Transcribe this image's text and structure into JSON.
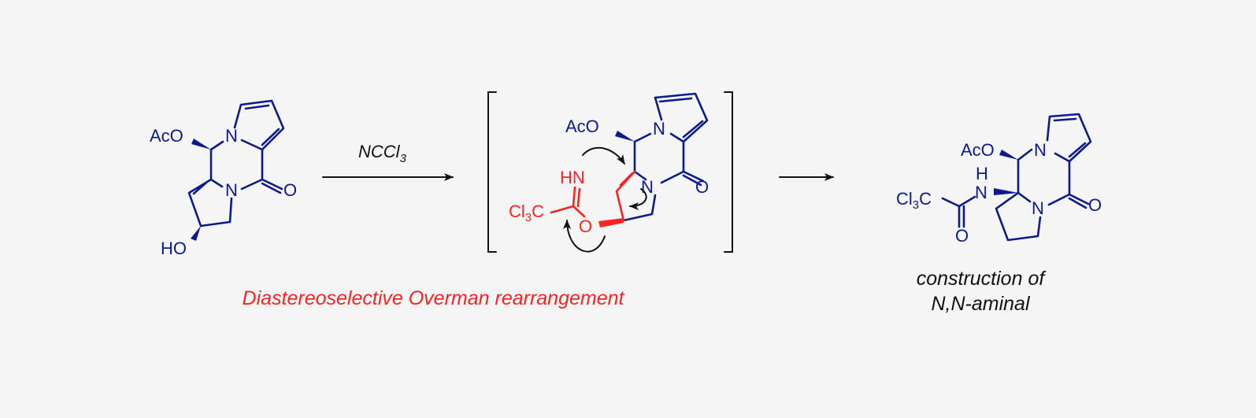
{
  "colors": {
    "molecule": "#0d1a8a",
    "highlight": "#ff2222",
    "arrow": "#111111",
    "background": "#f5f5f5"
  },
  "labels": {
    "aco": "AcO",
    "n": "N",
    "o": "O",
    "ho": "HO",
    "hn": "HN",
    "h": "H",
    "cl": "Cl",
    "three": "3",
    "c": "C"
  },
  "reagent": {
    "text": "NCCl",
    "sub": "3"
  },
  "caption_left": "Diastereoselective Overman rearrangement",
  "caption_right": {
    "line1": "construction of",
    "line2": "N,N-aminal"
  }
}
